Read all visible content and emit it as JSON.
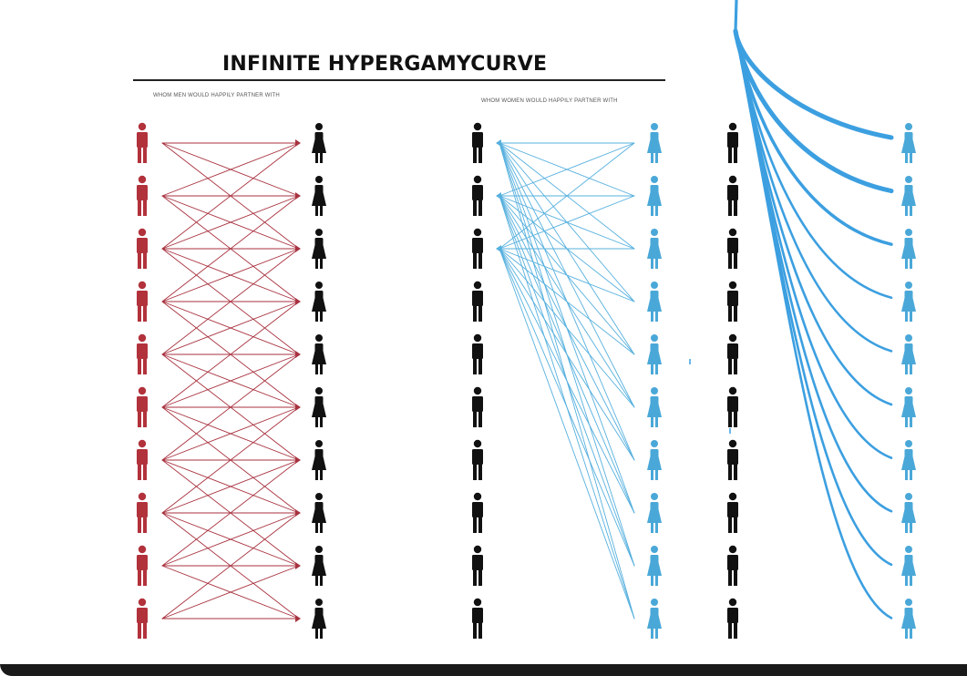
{
  "title": "INFINITE HYPERGAMYCURVE",
  "captions": {
    "men": "WHOM MEN WOULD HAPPILY PARTNER WITH",
    "women": "WHOM WOMEN WOULD HAPPILY PARTNER WITH"
  },
  "colors": {
    "men_left": "#b2323c",
    "women_black": "#111111",
    "men_black": "#111111",
    "women_blue": "#4aa8d8",
    "red_lines": "#a8323f",
    "blue_lines": "#56b0de",
    "drawn_lines": "#3c9fe0"
  },
  "figures_per_column": 10,
  "panels": [
    {
      "id": "men-panel",
      "left": "man",
      "right": "woman",
      "links": "each man links to women within two rows"
    },
    {
      "id": "women-panel",
      "left": "man",
      "right": "woman",
      "links": "every woman links to the top three men"
    },
    {
      "id": "drawn-panel",
      "left": "man",
      "right": "woman",
      "links": "every woman curves to one point above the top"
    }
  ]
}
